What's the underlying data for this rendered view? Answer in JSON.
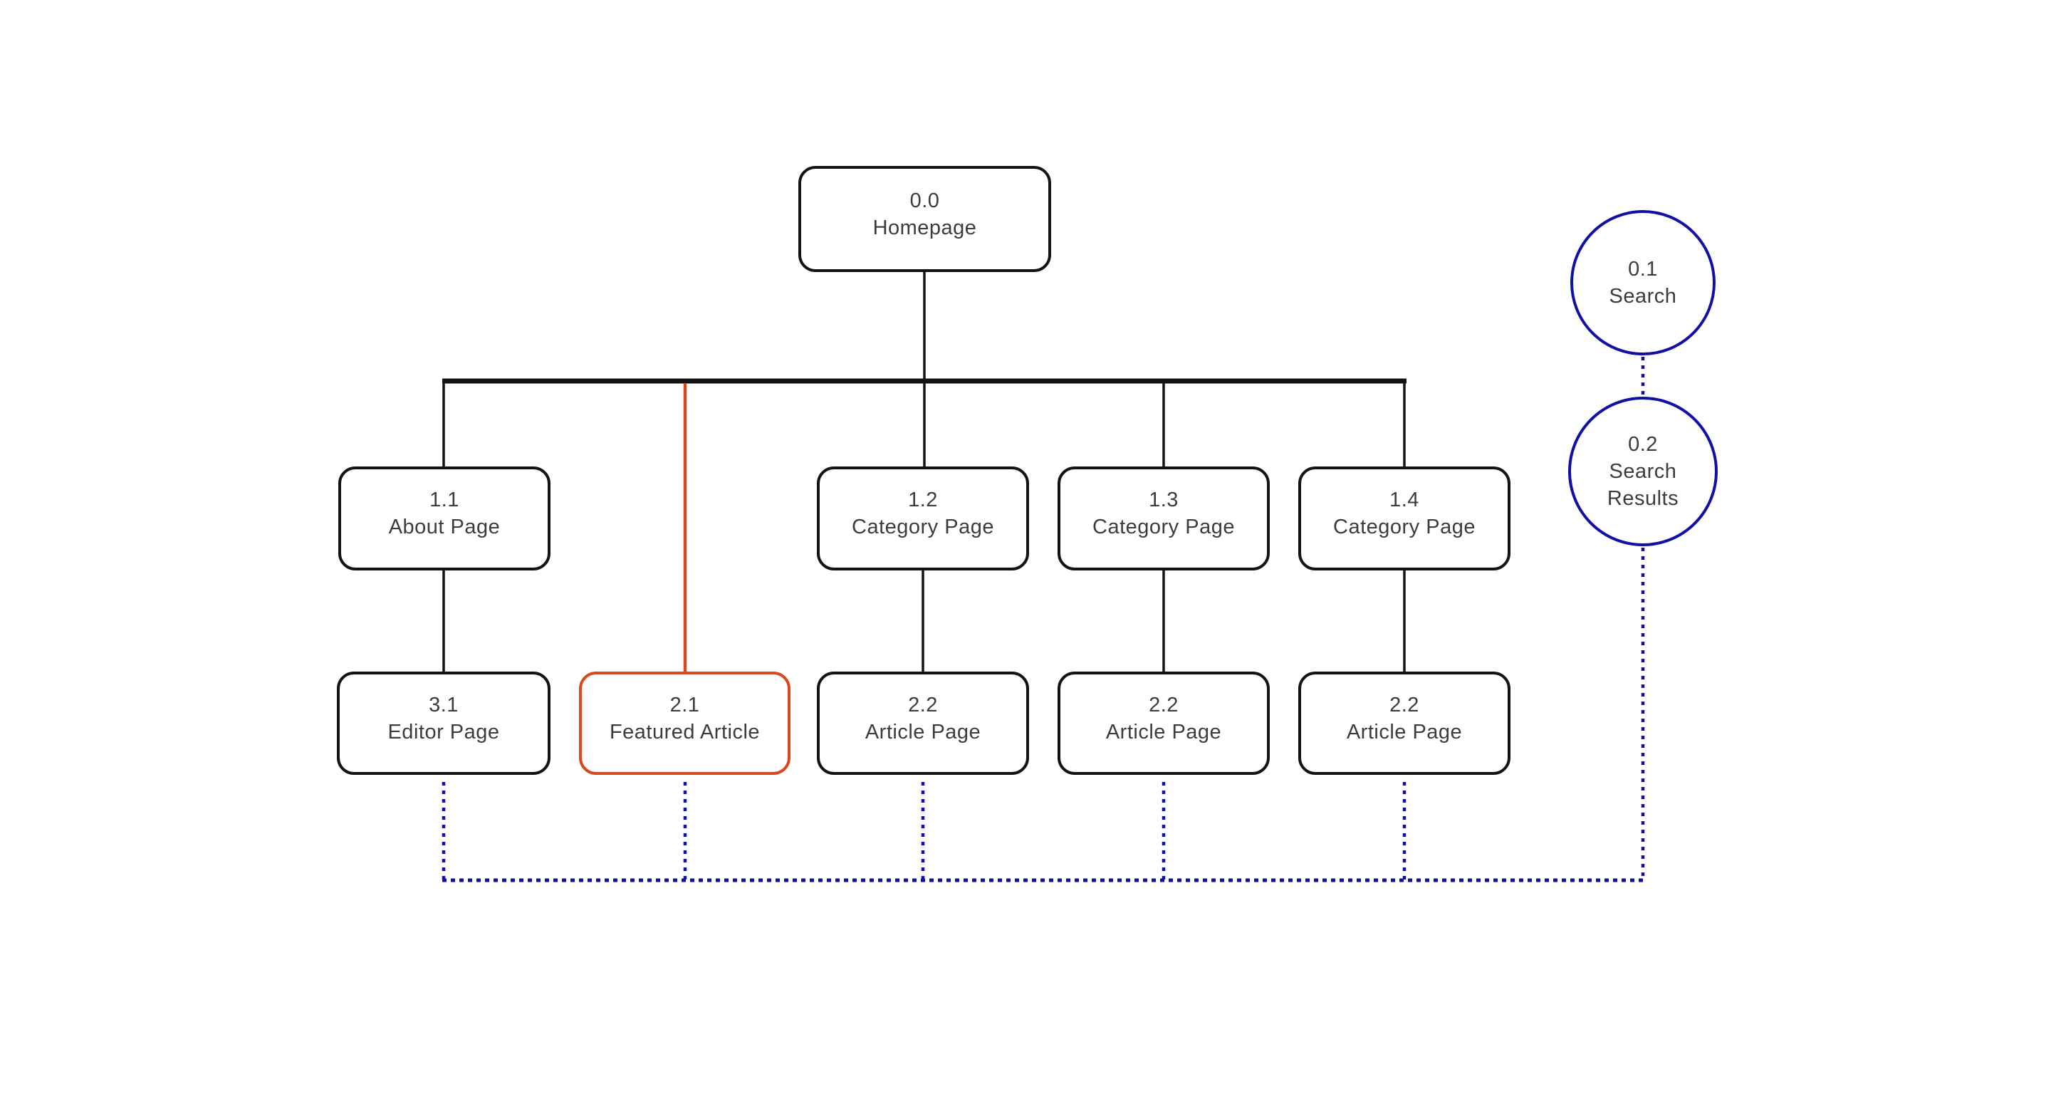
{
  "diagram": {
    "type": "sitemap-flowchart",
    "background": "#ffffff",
    "colors": {
      "node_border_black": "#131313",
      "node_text_gray": "#3c3c3c",
      "accent_orange": "#D9481F",
      "link_navy_blue": "#1010A5",
      "connector_black": "#131313"
    },
    "nodes": {
      "homepage": {
        "num": "0.0",
        "label": "Homepage"
      },
      "search": {
        "num": "0.1",
        "label": "Search"
      },
      "search_results": {
        "num": "0.2",
        "label": "Search Results"
      },
      "about": {
        "num": "1.1",
        "label": "About Page"
      },
      "category_1": {
        "num": "1.2",
        "label": "Category Page"
      },
      "category_2": {
        "num": "1.3",
        "label": "Category Page"
      },
      "category_3": {
        "num": "1.4",
        "label": "Category Page"
      },
      "editor": {
        "num": "3.1",
        "label": "Editor Page"
      },
      "featured": {
        "num": "2.1",
        "label": "Featured Article"
      },
      "article_1": {
        "num": "2.2",
        "label": "Article Page"
      },
      "article_2": {
        "num": "2.2",
        "label": "Article Page"
      },
      "article_3": {
        "num": "2.2",
        "label": "Article Page"
      }
    },
    "edges": [
      {
        "from": "0.0 Homepage",
        "to": "1.1 About Page",
        "style": "solid-black"
      },
      {
        "from": "0.0 Homepage",
        "to": "1.2 Category Page",
        "style": "solid-black"
      },
      {
        "from": "0.0 Homepage",
        "to": "1.3 Category Page",
        "style": "solid-black"
      },
      {
        "from": "0.0 Homepage",
        "to": "1.4 Category Page",
        "style": "solid-black"
      },
      {
        "from": "0.0 Homepage",
        "to": "2.1 Featured Article",
        "style": "solid-orange"
      },
      {
        "from": "1.1 About Page",
        "to": "3.1 Editor Page",
        "style": "solid-black"
      },
      {
        "from": "1.2 Category Page",
        "to": "2.2 Article Page",
        "style": "solid-black"
      },
      {
        "from": "1.3 Category Page",
        "to": "2.2 Article Page",
        "style": "solid-black"
      },
      {
        "from": "1.4 Category Page",
        "to": "2.2 Article Page",
        "style": "solid-black"
      },
      {
        "from": "0.1 Search",
        "to": "0.2 Search Results",
        "style": "dashed-blue"
      },
      {
        "from": "0.2 Search Results",
        "to": "all bottom-row pages",
        "style": "dashed-blue"
      }
    ]
  }
}
